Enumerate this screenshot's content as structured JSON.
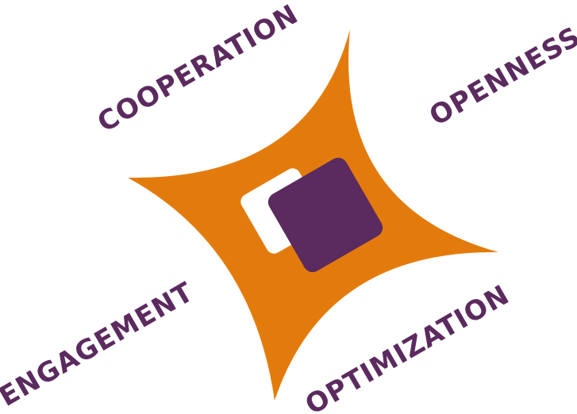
{
  "diagram": {
    "labels": {
      "top_left": "COOPERATION",
      "top_right": "OPENNESS",
      "bottom_left": "ENGAGEMENT",
      "bottom_right": "OPTIMIZATION"
    },
    "colors": {
      "star": "#E37B0C",
      "center_square": "#5B2A5E",
      "back_square": "#FFFFFF",
      "label_text": "#5B2A5E"
    },
    "icons": {
      "star_shape": "four-point-star",
      "center_mark": "overlapping-squares"
    }
  }
}
